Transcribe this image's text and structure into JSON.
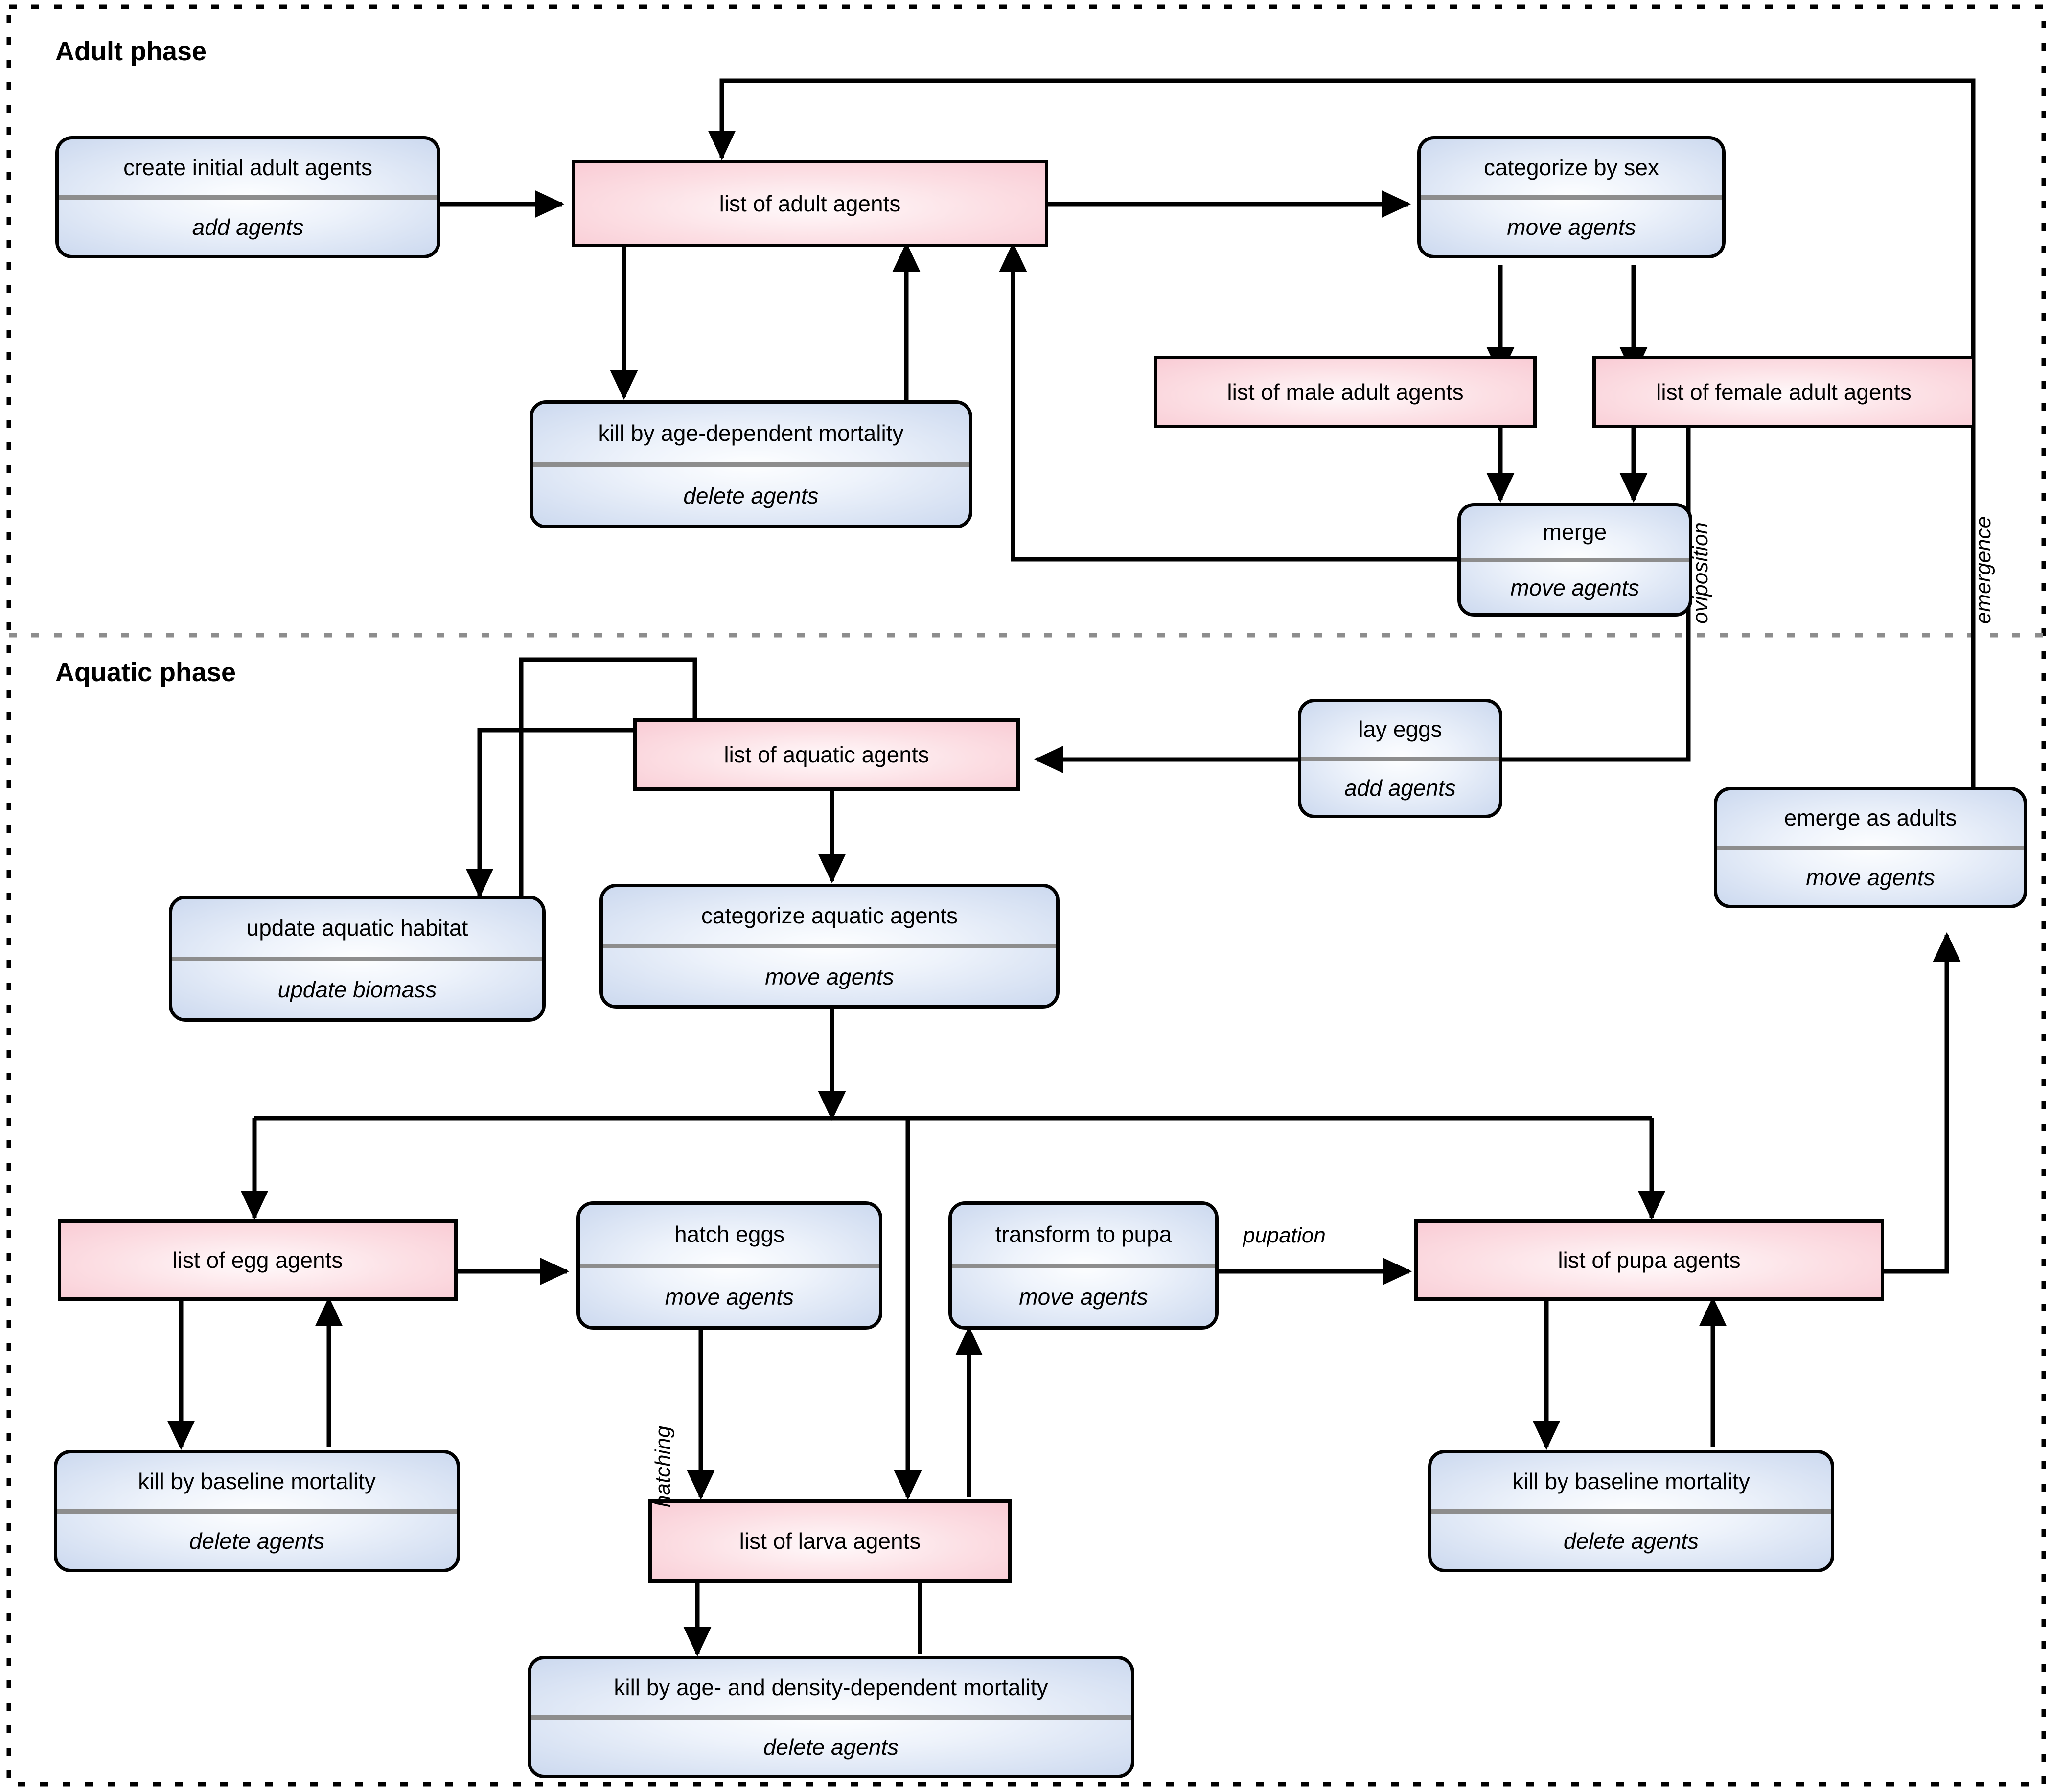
{
  "diagram": {
    "type": "flowchart",
    "title_adult": "Adult phase",
    "title_aquatic": "Aquatic phase",
    "colors": {
      "process_fill": "#ccd9ef",
      "list_fill": "#f9ccd5",
      "stroke": "#000000",
      "divider_rule": "#8d8d8d",
      "phase_divider": "#8d8d8d",
      "outer_border": "#000000"
    }
  },
  "adult_phase": {
    "label": "Adult phase",
    "nodes": {
      "create_initial_adult_agents": {
        "title": "create initial adult agents",
        "action": "add agents",
        "kind": "process"
      },
      "list_of_adult_agents": {
        "title": "list of adult agents",
        "kind": "list"
      },
      "kill_by_age_dependent_mortality": {
        "title": "kill by age-dependent mortality",
        "action": "delete agents",
        "kind": "process"
      },
      "categorize_by_sex": {
        "title": "categorize by sex",
        "action": "move agents",
        "kind": "process"
      },
      "list_of_male_adult_agents": {
        "title": "list of male adult agents",
        "kind": "list"
      },
      "list_of_female_adult_agents": {
        "title": "list of female adult agents",
        "kind": "list"
      },
      "merge": {
        "title": "merge",
        "action": "move agents",
        "kind": "process"
      }
    }
  },
  "aquatic_phase": {
    "label": "Aquatic phase",
    "nodes": {
      "list_of_aquatic_agents": {
        "title": "list of aquatic agents",
        "kind": "list"
      },
      "lay_eggs": {
        "title": "lay eggs",
        "action": "add agents",
        "kind": "process"
      },
      "emerge_as_adults": {
        "title": "emerge as adults",
        "action": "move agents",
        "kind": "process"
      },
      "update_aquatic_habitat": {
        "title": "update aquatic habitat",
        "action": "update biomass",
        "kind": "process"
      },
      "categorize_aquatic_agents": {
        "title": "categorize aquatic agents",
        "action": "move agents",
        "kind": "process"
      },
      "list_of_egg_agents": {
        "title": "list of egg agents",
        "kind": "list"
      },
      "kill_by_baseline_mortality_egg": {
        "title": "kill by baseline mortality",
        "action": "delete agents",
        "kind": "process"
      },
      "hatch_eggs": {
        "title": "hatch eggs",
        "action": "move agents",
        "kind": "process"
      },
      "transform_to_pupa": {
        "title": "transform to pupa",
        "action": "move agents",
        "kind": "process"
      },
      "list_of_larva_agents": {
        "title": "list of larva agents",
        "kind": "list"
      },
      "kill_by_age_and_density_dependent_mortality": {
        "title": "kill by age- and density-dependent mortality",
        "action": "delete agents",
        "kind": "process"
      },
      "list_of_pupa_agents": {
        "title": "list of pupa agents",
        "kind": "list"
      },
      "kill_by_baseline_mortality_pupa": {
        "title": "kill by baseline mortality",
        "action": "delete agents",
        "kind": "process"
      }
    }
  },
  "edge_labels": {
    "oviposition": "oviposition",
    "emergence": "emergence",
    "hatching": "hatching",
    "pupation": "pupation"
  }
}
